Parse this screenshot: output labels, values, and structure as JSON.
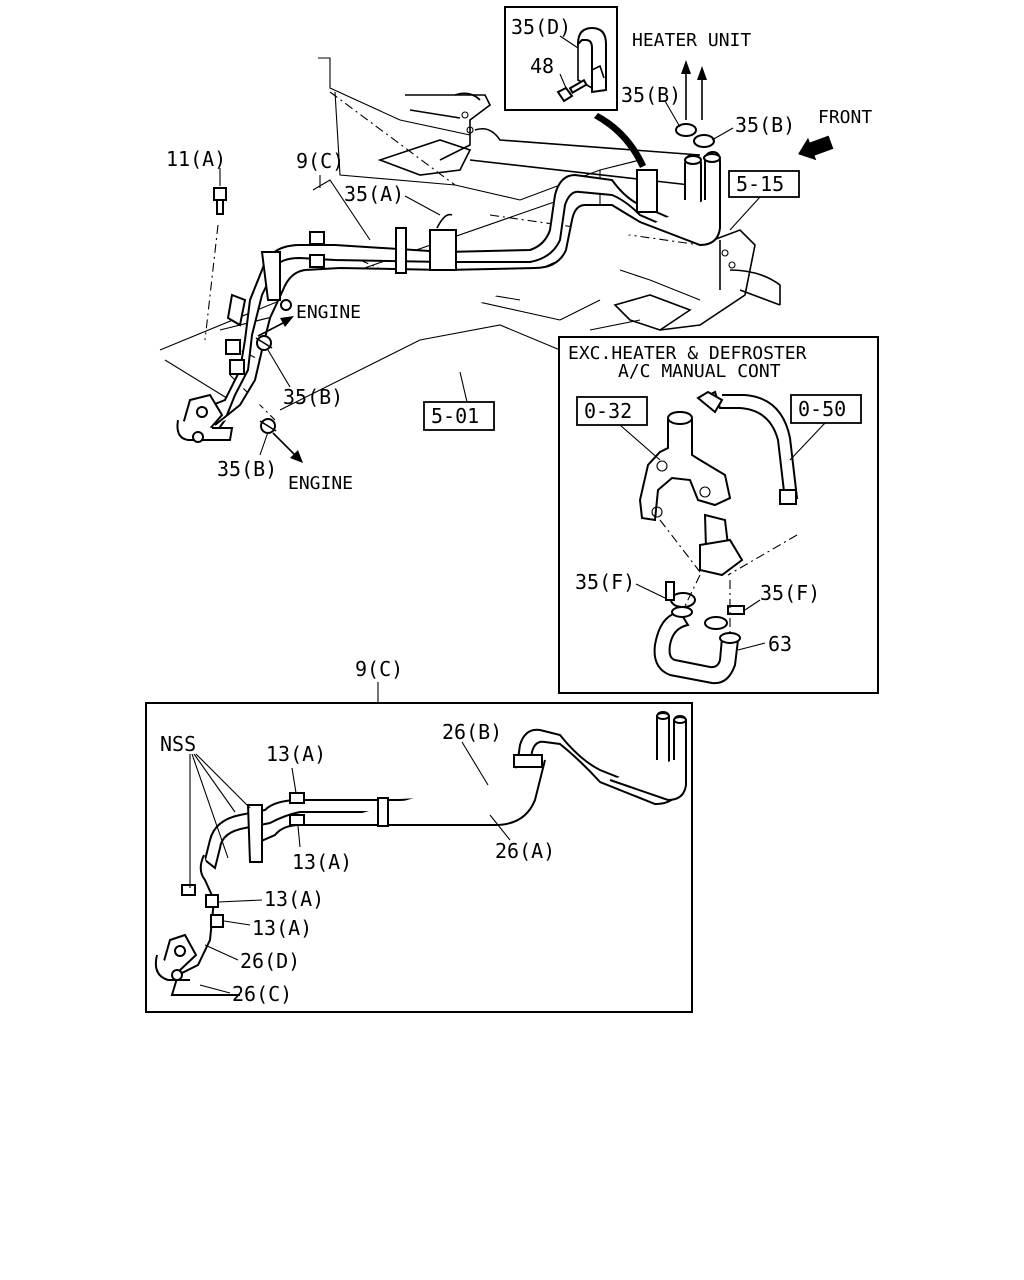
{
  "main_view": {
    "heater_unit": "HEATER UNIT",
    "front": "FRONT",
    "engine_top": "ENGINE",
    "engine_bottom": "ENGINE",
    "refs": {
      "r515": "5-15",
      "r501": "5-01"
    },
    "callouts": {
      "c35d": "35(D)",
      "c48": "48",
      "c35b_1": "35(B)",
      "c35b_2": "35(B)",
      "c11a": "11(A)",
      "c9c": "9(C)",
      "c35a": "35(A)",
      "c35b_3": "35(B)",
      "c35b_4": "35(B)"
    }
  },
  "inset_exc": {
    "title_line1": "EXC.HEATER & DEFROSTER",
    "title_line2": "A/C MANUAL CONT",
    "refs": {
      "r032": "0-32",
      "r050": "0-50"
    },
    "callouts": {
      "c35f_1": "35(F)",
      "c35f_2": "35(F)",
      "c63": "63"
    }
  },
  "inset_9c": {
    "header": "9(C)",
    "callouts": {
      "nss": "NSS",
      "c13a_1": "13(A)",
      "c26b": "26(B)",
      "c13a_2": "13(A)",
      "c26a": "26(A)",
      "c13a_3": "13(A)",
      "c13a_4": "13(A)",
      "c26d": "26(D)",
      "c26c": "26(C)"
    }
  }
}
